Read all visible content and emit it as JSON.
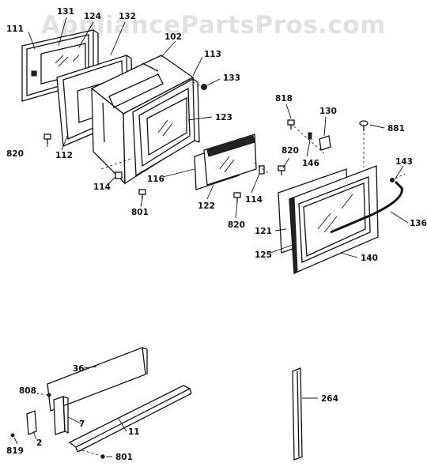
{
  "watermark": "AppliancePartsPros.com",
  "labels": {
    "p131": "131",
    "p124": "124",
    "p132": "132",
    "p111": "111",
    "p102": "102",
    "p113": "113",
    "p133": "133",
    "p123": "123",
    "p818": "818",
    "p130": "130",
    "p881": "881",
    "p820a": "820",
    "p112": "112",
    "p116": "116",
    "p820b": "820",
    "p146": "146",
    "p143": "143",
    "p114a": "114",
    "p122": "122",
    "p114b": "114",
    "p801a": "801",
    "p820c": "820",
    "p121": "121",
    "p136": "136",
    "p125": "125",
    "p140": "140",
    "p36": "36",
    "p808": "808",
    "p7": "7",
    "p2": "2",
    "p11": "11",
    "p819": "819",
    "p801b": "801",
    "p264": "264"
  }
}
